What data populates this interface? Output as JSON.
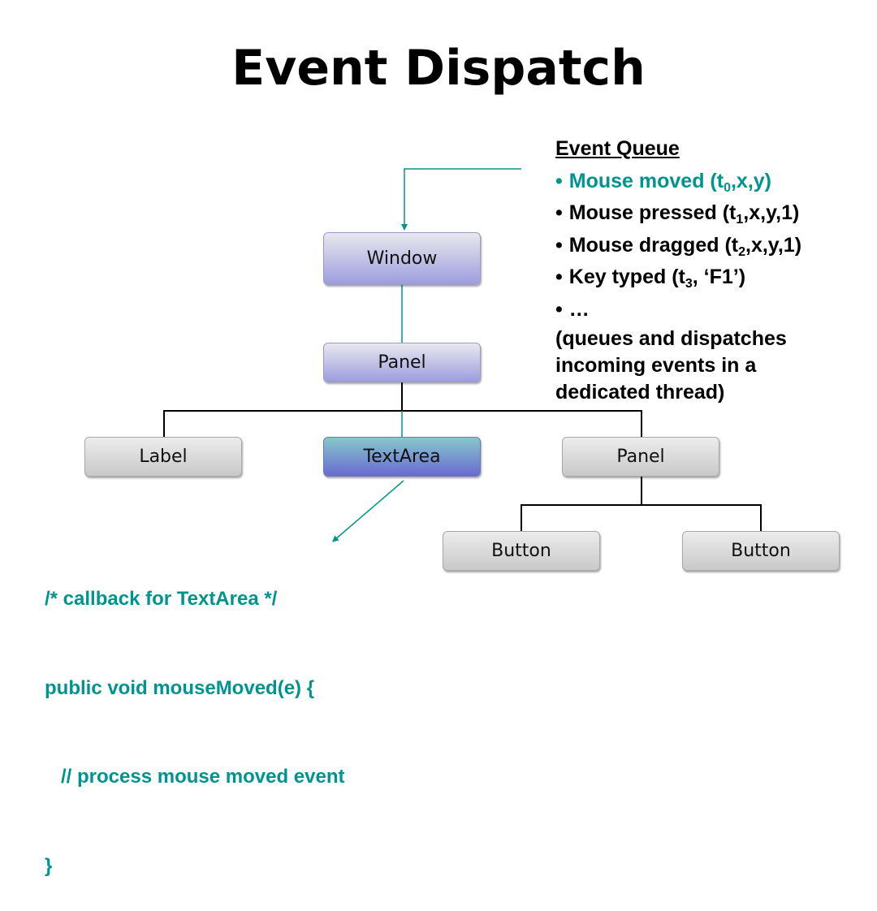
{
  "title": "Event Dispatch",
  "colors": {
    "accent": "#00948f",
    "node_grey": "#d9d9d9",
    "node_purple": "#9d9ddf",
    "node_active": "#6a6ad0",
    "tree_line": "#000000"
  },
  "tree": {
    "window": "Window",
    "panel_top": "Panel",
    "label": "Label",
    "textarea": "TextArea",
    "panel_right": "Panel",
    "button_left": "Button",
    "button_right": "Button"
  },
  "event_queue": {
    "header": "Event Queue",
    "bullet": "•",
    "items": [
      {
        "prefix": "Mouse moved (t",
        "sub": "0",
        "suffix": ",x,y)",
        "active": true
      },
      {
        "prefix": "Mouse pressed (t",
        "sub": "1",
        "suffix": ",x,y,1)",
        "active": false
      },
      {
        "prefix": "Mouse dragged (t",
        "sub": "2",
        "suffix": ",x,y,1)",
        "active": false
      },
      {
        "prefix": "Key typed (t",
        "sub": "3",
        "suffix": ", ‘F1’)",
        "active": false
      },
      {
        "prefix": "…",
        "sub": "",
        "suffix": "",
        "active": false
      }
    ],
    "note": [
      "(queues and dispatches",
      "incoming events in a",
      "dedicated thread)"
    ]
  },
  "code": {
    "lines": [
      "/* callback for TextArea */",
      "public void mouseMoved(e) {",
      "   // process mouse moved event",
      "}"
    ]
  }
}
